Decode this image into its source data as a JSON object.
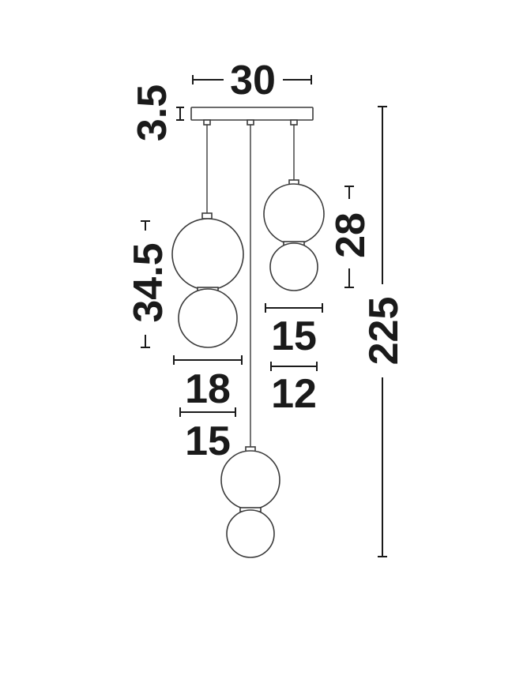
{
  "dimensions": {
    "canopy_width": "30",
    "canopy_height": "3.5",
    "left_pendant_height": "34.5",
    "right_pendant_height": "28",
    "total_height": "225",
    "left_big_diameter": "18",
    "left_small_diameter": "15",
    "right_big_diameter": "15",
    "right_small_diameter": "12"
  },
  "colors": {
    "line": "#1a1a1a",
    "globe_stroke": "#3a3a3a"
  }
}
